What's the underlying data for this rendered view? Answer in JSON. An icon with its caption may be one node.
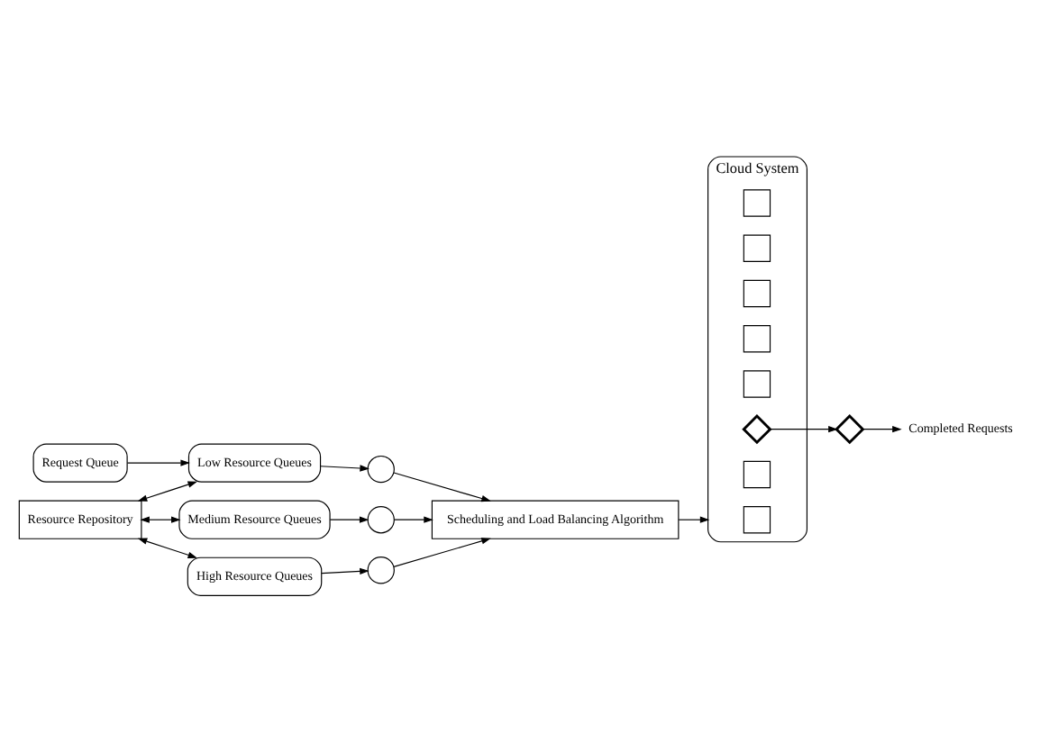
{
  "diagram": {
    "nodes": [
      {
        "text": [
          "Request Queue"
        ]
      },
      {
        "text": [
          "Low Resource Queues"
        ]
      },
      {
        "text": [],
        "shape": "circle"
      },
      {
        "text": [
          "Medium Resource Queues"
        ]
      },
      {
        "text": [],
        "shape": "circle"
      },
      {
        "text": [
          "High Resource Queues"
        ]
      },
      {
        "text": [],
        "shape": "circle"
      },
      {
        "text": [
          "Resource Repository"
        ]
      },
      {
        "text": [
          "Scheduling and Load Balancing Algorithm"
        ]
      },
      {
        "text": [
          "Cloud System"
        ]
      },
      {
        "text": [],
        "shape": "box",
        "in": 9
      },
      {
        "text": [],
        "shape": "box",
        "in": 9
      },
      {
        "text": [],
        "shape": "diamond",
        "in": 9
      },
      {
        "text": [],
        "shape": "box",
        "in": 9
      },
      {
        "text": [],
        "shape": "box",
        "in": 9
      },
      {
        "text": [],
        "shape": "box",
        "in": 9
      },
      {
        "text": [],
        "shape": "box",
        "in": 9
      },
      {
        "text": [],
        "shape": "box",
        "in": 9
      },
      {
        "text": [],
        "shape": "diamond"
      },
      {
        "text": [
          "Completed Requests"
        ]
      }
    ],
    "edges": [
      {
        "from": 0,
        "to": 1,
        "arrow": "to"
      },
      {
        "from": 1,
        "to": 2,
        "arrow": "to"
      },
      {
        "from": 3,
        "to": 4,
        "arrow": "to"
      },
      {
        "from": 5,
        "to": 6,
        "arrow": "to"
      },
      {
        "from": 7,
        "to": 1,
        "arrow": "both"
      },
      {
        "from": 7,
        "to": 3,
        "arrow": "both"
      },
      {
        "from": 7,
        "to": 5,
        "arrow": "both"
      },
      {
        "from": 2,
        "to": 8,
        "arrow": "to"
      },
      {
        "from": 4,
        "to": 8,
        "arrow": "to"
      },
      {
        "from": 6,
        "to": 8,
        "arrow": "to"
      },
      {
        "from": 8,
        "to": 9,
        "arrow": "to"
      },
      {
        "from": 12,
        "to": 18,
        "arrow": "to"
      },
      {
        "from": 18,
        "to": 19,
        "arrow": "to"
      }
    ]
  }
}
